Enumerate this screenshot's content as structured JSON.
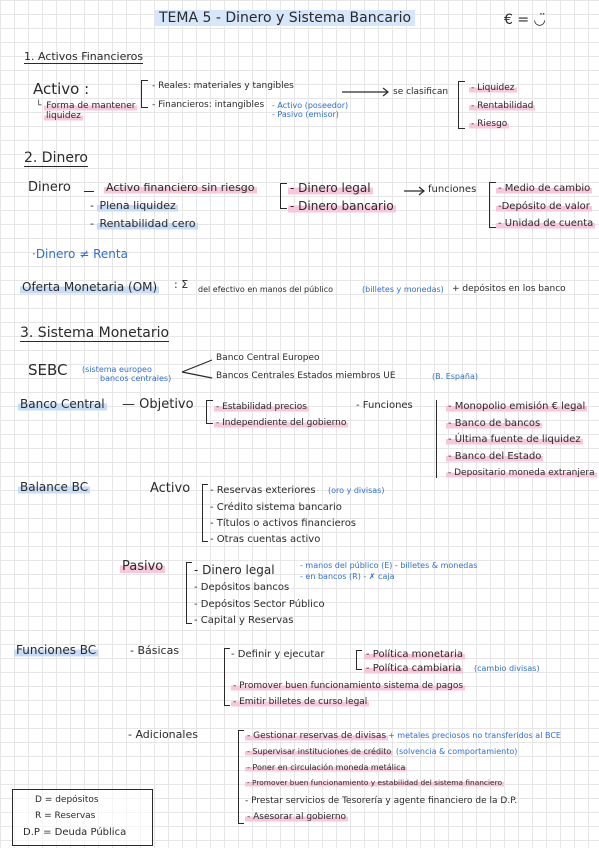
{
  "title": {
    "text": "TEMA 5 - Dinero y Sistema Bancario",
    "emoji": "€ = ◡̈"
  },
  "s1": {
    "heading": "1. Activos Financieros",
    "activo": "Activo :",
    "forma1": "Forma de mantener",
    "forma2": "liquidez",
    "reales": "- Reales: materiales y tangibles",
    "financieros": "- Financieros: intangibles",
    "activo_poseedor": "- Activo (poseedor)",
    "pasivo_emisor": "- Pasivo (emisor)",
    "se_clasifican": "se clasifican",
    "liquidez": "- Liquidez",
    "rentabilidad": "- Rentabilidad",
    "riesgo": "- Riesgo"
  },
  "s2": {
    "heading": "2. Dinero",
    "dinero": "Dinero",
    "activo_fin": "Activo financiero sin riesgo",
    "plena": "Plena liquidez",
    "rentab_cero": "Rentabilidad cero",
    "dinero_legal": "- Dinero legal",
    "dinero_bancario": "- Dinero bancario",
    "funciones": "funciones",
    "medio_cambio": "- Medio de cambio",
    "deposito_valor": "-Depósito de valor",
    "unidad_cuenta": "- Unidad de cuenta",
    "dinero_renta": "·Dinero ≠ Renta",
    "oferta_label": "Oferta Monetaria (OM)",
    "oferta_colon": ": Σ",
    "oferta_def1": "del efectivo en manos del público",
    "oferta_paren": "(billetes y monedas)",
    "oferta_def2": "+ depósitos en los banco"
  },
  "s3": {
    "heading": "3. Sistema Monetario",
    "sebc": "SEBC",
    "sebc_note1": "(sistema europeo",
    "sebc_note2": "bancos centrales)",
    "bce": "Banco Central Europeo",
    "bancos_centrales": "Bancos Centrales Estados miembros UE",
    "bespana": "(B. España)",
    "banco_central": "Banco Central",
    "objetivo": "— Objetivo",
    "estabilidad": "- Estabilidad precios",
    "independiente": "- Independiente del gobierno",
    "funciones": "- Funciones",
    "f_items": [
      "- Monopolio emisión € legal",
      "- Banco de bancos",
      "- Última fuente de liquidez",
      "- Banco del Estado",
      "- Depositario moneda extranjera"
    ],
    "balance": "Balance BC",
    "activo": "Activo",
    "act_items": [
      "- Reservas exteriores",
      "- Crédito sistema bancario",
      "- Títulos o activos financieros",
      "- Otras cuentas activo"
    ],
    "act_note": "(oro y divisas)",
    "pasivo": "Pasivo",
    "pas_dinero_legal": "- Dinero legal",
    "pas_note1": "- manos del público (E) - billetes & monedas",
    "pas_note2": "- en bancos (R) - ✗ caja",
    "pas_items": [
      "- Depósitos bancos",
      "- Depósitos Sector Público",
      "- Capital y Reservas"
    ],
    "funciones_bc": "Funciones BC",
    "basicas": "- Básicas",
    "definir": "- Definir y ejecutar",
    "politica_monetaria": "- Política monetaria",
    "politica_cambiaria": "- Política cambiaria",
    "cambio_divisas": "(cambio divisas)",
    "promover": "- Promover buen funcionamiento sistema de pagos",
    "emitir": "- Emitir billetes de curso legal",
    "adicionales": "- Adicionales",
    "ad_items": [
      "- Gestionar reservas de divisas",
      "- Supervisar instituciones de crédito",
      "- Poner en circulación moneda metálica",
      "- Promover buen funcionamiento y estabilidad del sistema financiero",
      "- Prestar servicios de Tesorería y agente financiero de la D.P.",
      "- Asesorar al gobierno"
    ],
    "ad_note1": "+ metales preciosos no transferidos al BCE",
    "ad_note2": "(solvencia & comportamiento)"
  },
  "legend": [
    "D = depósitos",
    "R = Reservas",
    "D.P = Deuda Pública"
  ],
  "colors": {
    "blue": "#2f6fd6",
    "pink_highlight": "#f8c7dc",
    "blue_highlight": "#c6dcf7",
    "grid": "#e6e6e6"
  }
}
